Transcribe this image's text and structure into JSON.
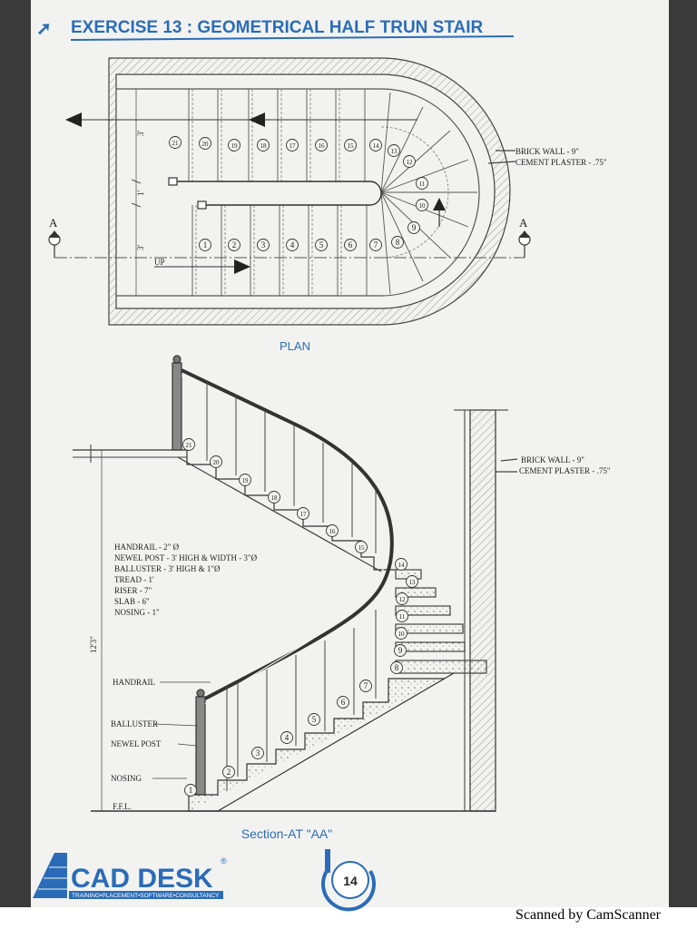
{
  "header": {
    "title": "EXERCISE 13 : GEOMETRICAL HALF TRUN STAIR"
  },
  "plan": {
    "caption": "PLAN",
    "wall_label": "BRICK WALL - 9\"",
    "plaster_label": "CEMENT PLASTER - .75\"",
    "section_mark": "A",
    "up_label": "UP",
    "dims": [
      "3'",
      "1'",
      "3'"
    ],
    "steps_lower": [
      "1",
      "2",
      "3",
      "4",
      "5",
      "6",
      "7",
      "8"
    ],
    "steps_turn": [
      "9",
      "10",
      "11",
      "12",
      "13"
    ],
    "steps_upper": [
      "14",
      "15",
      "16",
      "17",
      "18",
      "19",
      "20",
      "21"
    ]
  },
  "section": {
    "caption": "Section-AT \"AA\"",
    "wall_label": "BRICK WALL - 9\"",
    "plaster_label": "CEMENT PLASTER - .75\"",
    "specs": [
      "HANDRAIL - 2\" Ø",
      "NEWEL POST - 3' HIGH & WIDTH - 3\"Ø",
      "BALLUSTER - 3' HIGH & 1\"Ø",
      "TREAD - 1'",
      "RISER - 7\"",
      "SLAB - 6\"",
      "NOSING - 1\""
    ],
    "height_dim": "12'3\"",
    "callouts": {
      "handrail": "HANDRAIL",
      "balluster": "BALLUSTER",
      "newel_post": "NEWEL POST",
      "nosing": "NOSING",
      "ffl": "F.F.L."
    },
    "steps_lower": [
      "1",
      "2",
      "3",
      "4",
      "5",
      "6",
      "7"
    ],
    "steps_right": [
      "8",
      "9",
      "10",
      "11",
      "12",
      "13",
      "14"
    ],
    "steps_upper": [
      "15",
      "16",
      "17",
      "18",
      "19",
      "20",
      "21"
    ]
  },
  "footer": {
    "logo_text": "CAD DESK",
    "logo_mark": "®",
    "logo_tagline": "TRAINING•PLACEMENT•SOFTWARE•CONSULTANCY",
    "page_number": "14",
    "scanner_text": "Scanned by CamScanner"
  }
}
